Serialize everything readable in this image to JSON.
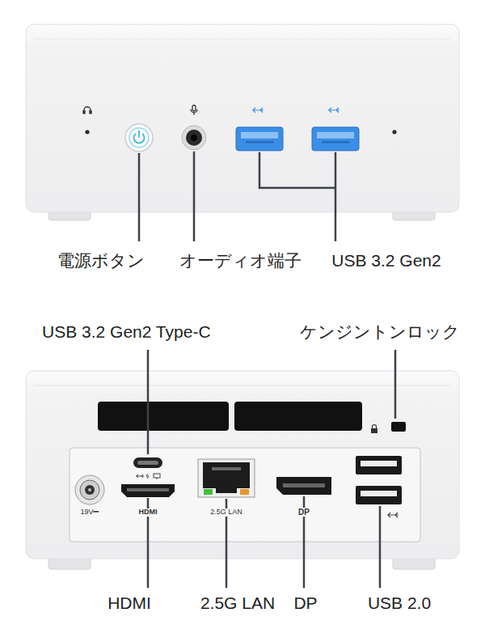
{
  "diagram": {
    "labels": [
      "電源ボタン",
      "オーディオ端子",
      "USB 3.2 Gen2",
      "USB 3.2 Gen2 Type-C",
      "ケンジントンロック",
      "19V⎓",
      "HDMI",
      "2.5G LAN",
      "DP",
      "HDMI",
      "2.5G LAN",
      "DP",
      "USB 2.0"
    ]
  }
}
